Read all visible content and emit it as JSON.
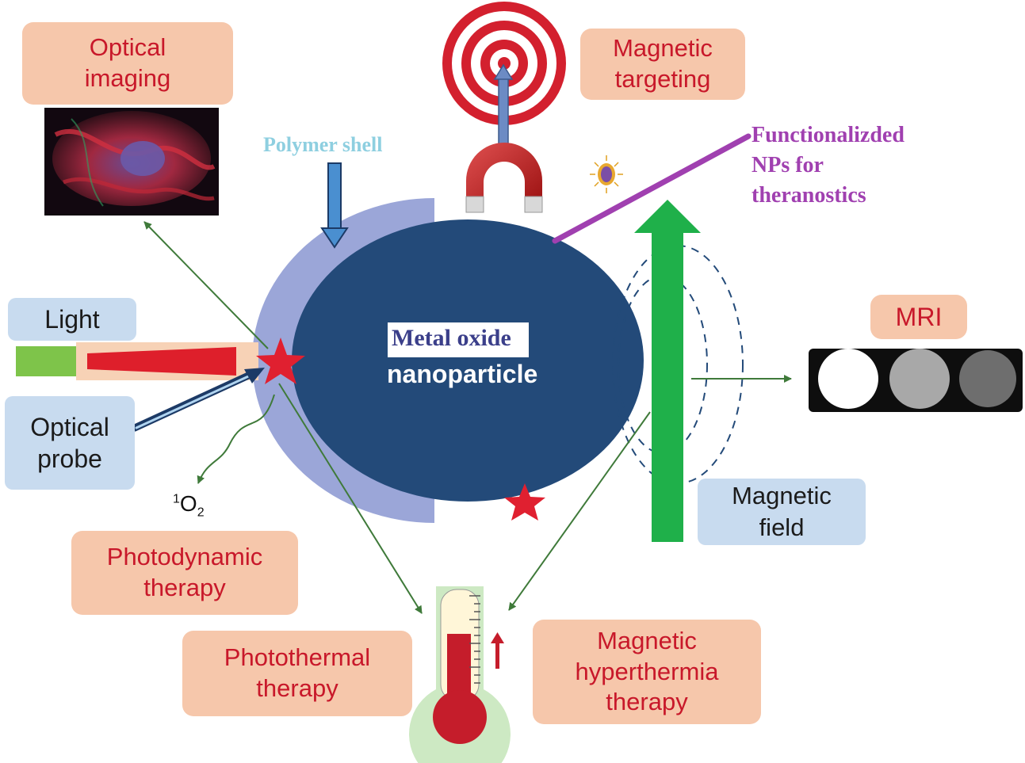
{
  "labels": {
    "optical_imaging": "Optical imaging",
    "magnetic_targeting": "Magnetic targeting",
    "polymer_shell": "Polymer shell",
    "functionalized": "Functionalizded NPs for theranostics",
    "light": "Light",
    "optical_probe": "Optical probe",
    "metal_oxide": "Metal oxide",
    "nanoparticle": "nanoparticle",
    "mri": "MRI",
    "magnetic_field": "Magnetic field",
    "singlet_oxygen_sup": "1",
    "singlet_oxygen": "O",
    "singlet_oxygen_sub": "2",
    "photodynamic": "Photodynamic therapy",
    "photothermal": "Photothermal therapy",
    "magnetic_hyperthermia": "Magnetic hyperthermia therapy"
  },
  "colors": {
    "peach_box": "#f6c7ab",
    "red_text": "#c8182a",
    "blue_box": "#c8dbef",
    "nanoparticle": "#234a79",
    "polymer_shell": "#9ba6d8",
    "arrow_green": "#3f7a3a",
    "field_green": "#1fb04a",
    "purple": "#a040b0",
    "polymer_label": "#8ecfe0",
    "mri_grey_1": "#ffffff",
    "mri_grey_2": "#a8a8a8",
    "mri_grey_3": "#6e6e6e"
  },
  "icons": [
    "target-icon",
    "horseshoe-magnet-icon",
    "thermometer-icon",
    "star-icon",
    "cell-micrograph-image",
    "nanoparticle-small-icon"
  ]
}
